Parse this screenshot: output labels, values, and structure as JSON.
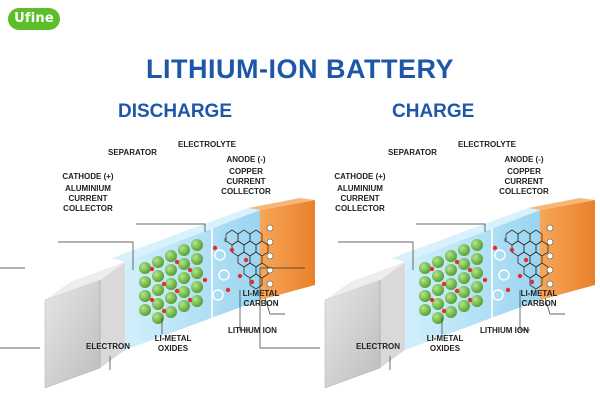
{
  "logo": {
    "text": "Ufine",
    "color": "#5cbf2a"
  },
  "title": "LITHIUM-ION BATTERY",
  "colors": {
    "heading": "#1e57a8",
    "anode": "#f0913a",
    "electrolyte": "#a9dcf3",
    "cathode_particle": "#6cbf3f",
    "ion": "#e03030",
    "casing": "#cfcfcf"
  },
  "panels": [
    {
      "heading": "DISCHARGE",
      "labels": {
        "separator": "SEPARATOR",
        "electrolyte": "ELECTROLYTE",
        "anode": "ANODE (-)",
        "copper_collector": "COPPER CURRENT COLLECTOR",
        "cathode": "CATHODE (+)",
        "aluminium_collector": "ALUMINIUM CURRENT COLLECTOR",
        "li_metal_carbon": "LI-METAL CARBON",
        "lithium_ion": "LITHIUM ION",
        "li_metal_oxides": "LI-METAL OXIDES",
        "electron": "ELECTRON"
      }
    },
    {
      "heading": "CHARGE",
      "labels": {
        "separator": "SEPARATOR",
        "electrolyte": "ELECTROLYTE",
        "anode": "ANODE (-)",
        "copper_collector": "COPPER CURRENT COLLECTOR",
        "cathode": "CATHODE (+)",
        "aluminium_collector": "ALUMINIUM CURRENT COLLECTOR",
        "li_metal_carbon": "LI-METAL CARBON",
        "lithium_ion": "LITHIUM ION",
        "li_metal_oxides": "LI-METAL OXIDES",
        "electron": "ELECTRON"
      }
    }
  ]
}
